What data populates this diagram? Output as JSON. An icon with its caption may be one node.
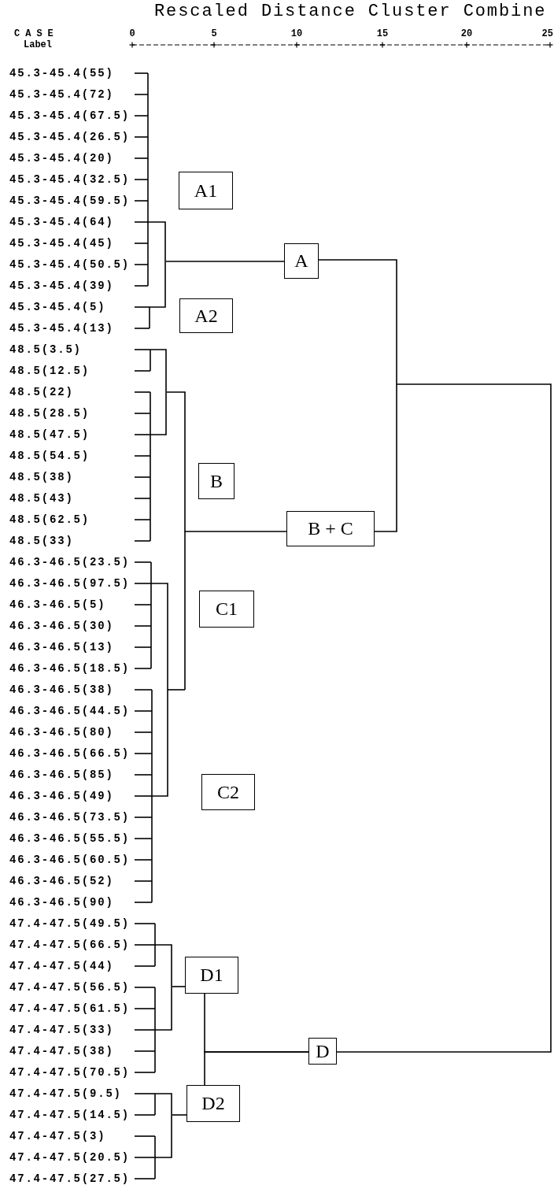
{
  "diagram": {
    "title": "Rescaled Distance Cluster Combine",
    "nodes": [
      {
        "text": [
          "A1"
        ]
      },
      {
        "text": [
          "A"
        ]
      },
      {
        "text": [
          "A2"
        ]
      },
      {
        "text": [
          "B"
        ]
      },
      {
        "text": [
          "B + C"
        ]
      },
      {
        "text": [
          "C1"
        ]
      },
      {
        "text": [
          "C2"
        ]
      },
      {
        "text": [
          "D1"
        ]
      },
      {
        "text": [
          "D"
        ]
      },
      {
        "text": [
          "D2"
        ]
      }
    ],
    "edges": [
      {
        "from": null,
        "to": 1,
        "arrow": "none"
      },
      {
        "from": 1,
        "to": 4,
        "arrow": "none"
      },
      {
        "from": null,
        "to": 4,
        "arrow": "none"
      },
      {
        "from": null,
        "to": 7,
        "arrow": "none"
      },
      {
        "from": 7,
        "to": 8,
        "arrow": "none"
      },
      {
        "from": 9,
        "to": 8,
        "arrow": "none"
      },
      {
        "from": null,
        "to": 9,
        "arrow": "none"
      },
      {
        "from": 8,
        "to": null,
        "arrow": "none"
      }
    ],
    "labels": [
      "CASE",
      "0",
      "5",
      "10",
      "15",
      "20",
      "25",
      "Label",
      "45.3-45.4(55)",
      "45.3-45.4(72)",
      "45.3-45.4(67.5)",
      "45.3-45.4(26.5)",
      "45.3-45.4(20)",
      "45.3-45.4(32.5)",
      "45.3-45.4(59.5)",
      "45.3-45.4(64)",
      "45.3-45.4(45)",
      "45.3-45.4(50.5)",
      "45.3-45.4(39)",
      "45.3-45.4(5)",
      "45.3-45.4(13)",
      "48.5(3.5)",
      "48.5(12.5)",
      "48.5(22)",
      "48.5(28.5)",
      "48.5(47.5)",
      "48.5(54.5)",
      "48.5(38)",
      "48.5(43)",
      "48.5(62.5)",
      "48.5(33)",
      "46.3-46.5(23.5)",
      "46.3-46.5(97.5)",
      "46.3-46.5(5)",
      "46.3-46.5(30)",
      "46.3-46.5(13)",
      "46.3-46.5(18.5)",
      "46.3-46.5(38)",
      "46.3-46.5(44.5)",
      "46.3-46.5(80)",
      "46.3-46.5(66.5)",
      "46.3-46.5(85)",
      "46.3-46.5(49)",
      "46.3-46.5(73.5)",
      "46.3-46.5(55.5)",
      "46.3-46.5(60.5)",
      "46.3-46.5(52)",
      "46.3-46.5(90)",
      "47.4-47.5(49.5)",
      "47.4-47.5(66.5)",
      "47.4-47.5(44)",
      "47.4-47.5(56.5)",
      "47.4-47.5(61.5)",
      "47.4-47.5(33)",
      "47.4-47.5(38)",
      "47.4-47.5(70.5)",
      "47.4-47.5(9.5)",
      "47.4-47.5(14.5)",
      "47.4-47.5(3)",
      "47.4-47.5(20.5)",
      "47.4-47.5(27.5)"
    ]
  }
}
